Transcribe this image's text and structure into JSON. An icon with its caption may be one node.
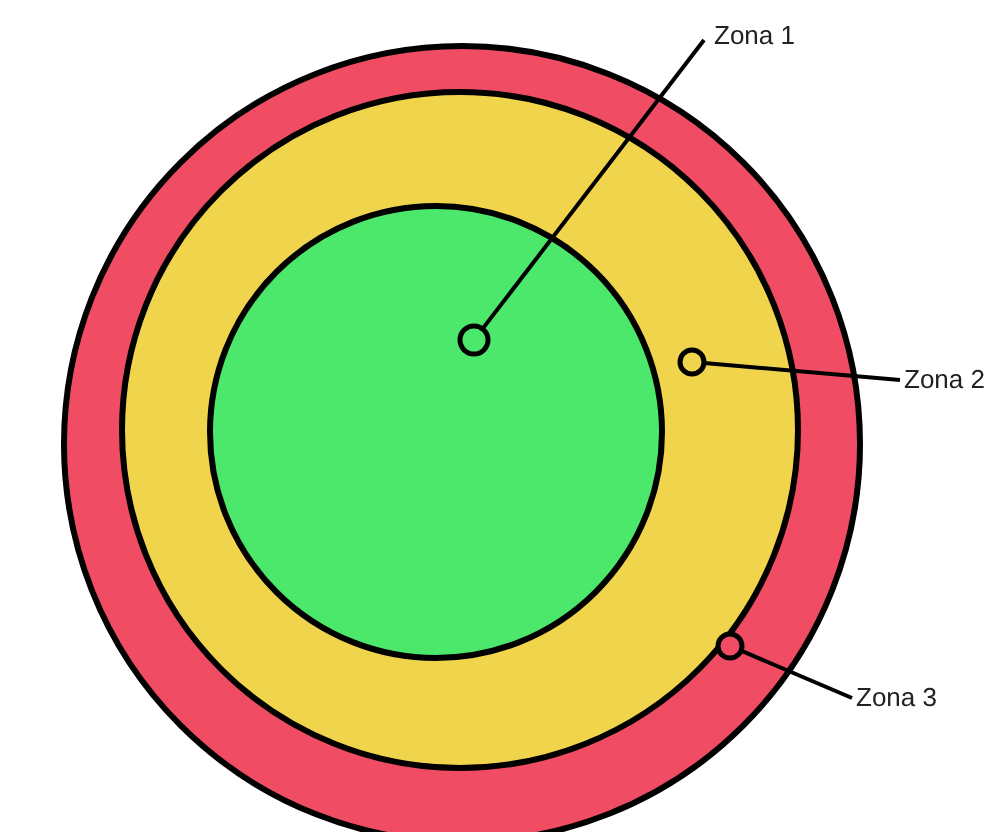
{
  "diagram": {
    "nodes": [
      {
        "text": [
          "Zona 1"
        ]
      },
      {
        "text": [],
        "shape": "circle"
      },
      {
        "text": [
          "Zona 2"
        ]
      },
      {
        "text": [],
        "shape": "circle"
      },
      {
        "text": [
          "Zona 3"
        ]
      },
      {
        "text": [],
        "shape": "circle"
      }
    ],
    "edges": [
      {
        "from": 0,
        "to": 1,
        "arrow": "none"
      },
      {
        "from": 2,
        "to": 3,
        "arrow": "none"
      },
      {
        "from": 4,
        "to": 5,
        "arrow": "none"
      }
    ]
  }
}
